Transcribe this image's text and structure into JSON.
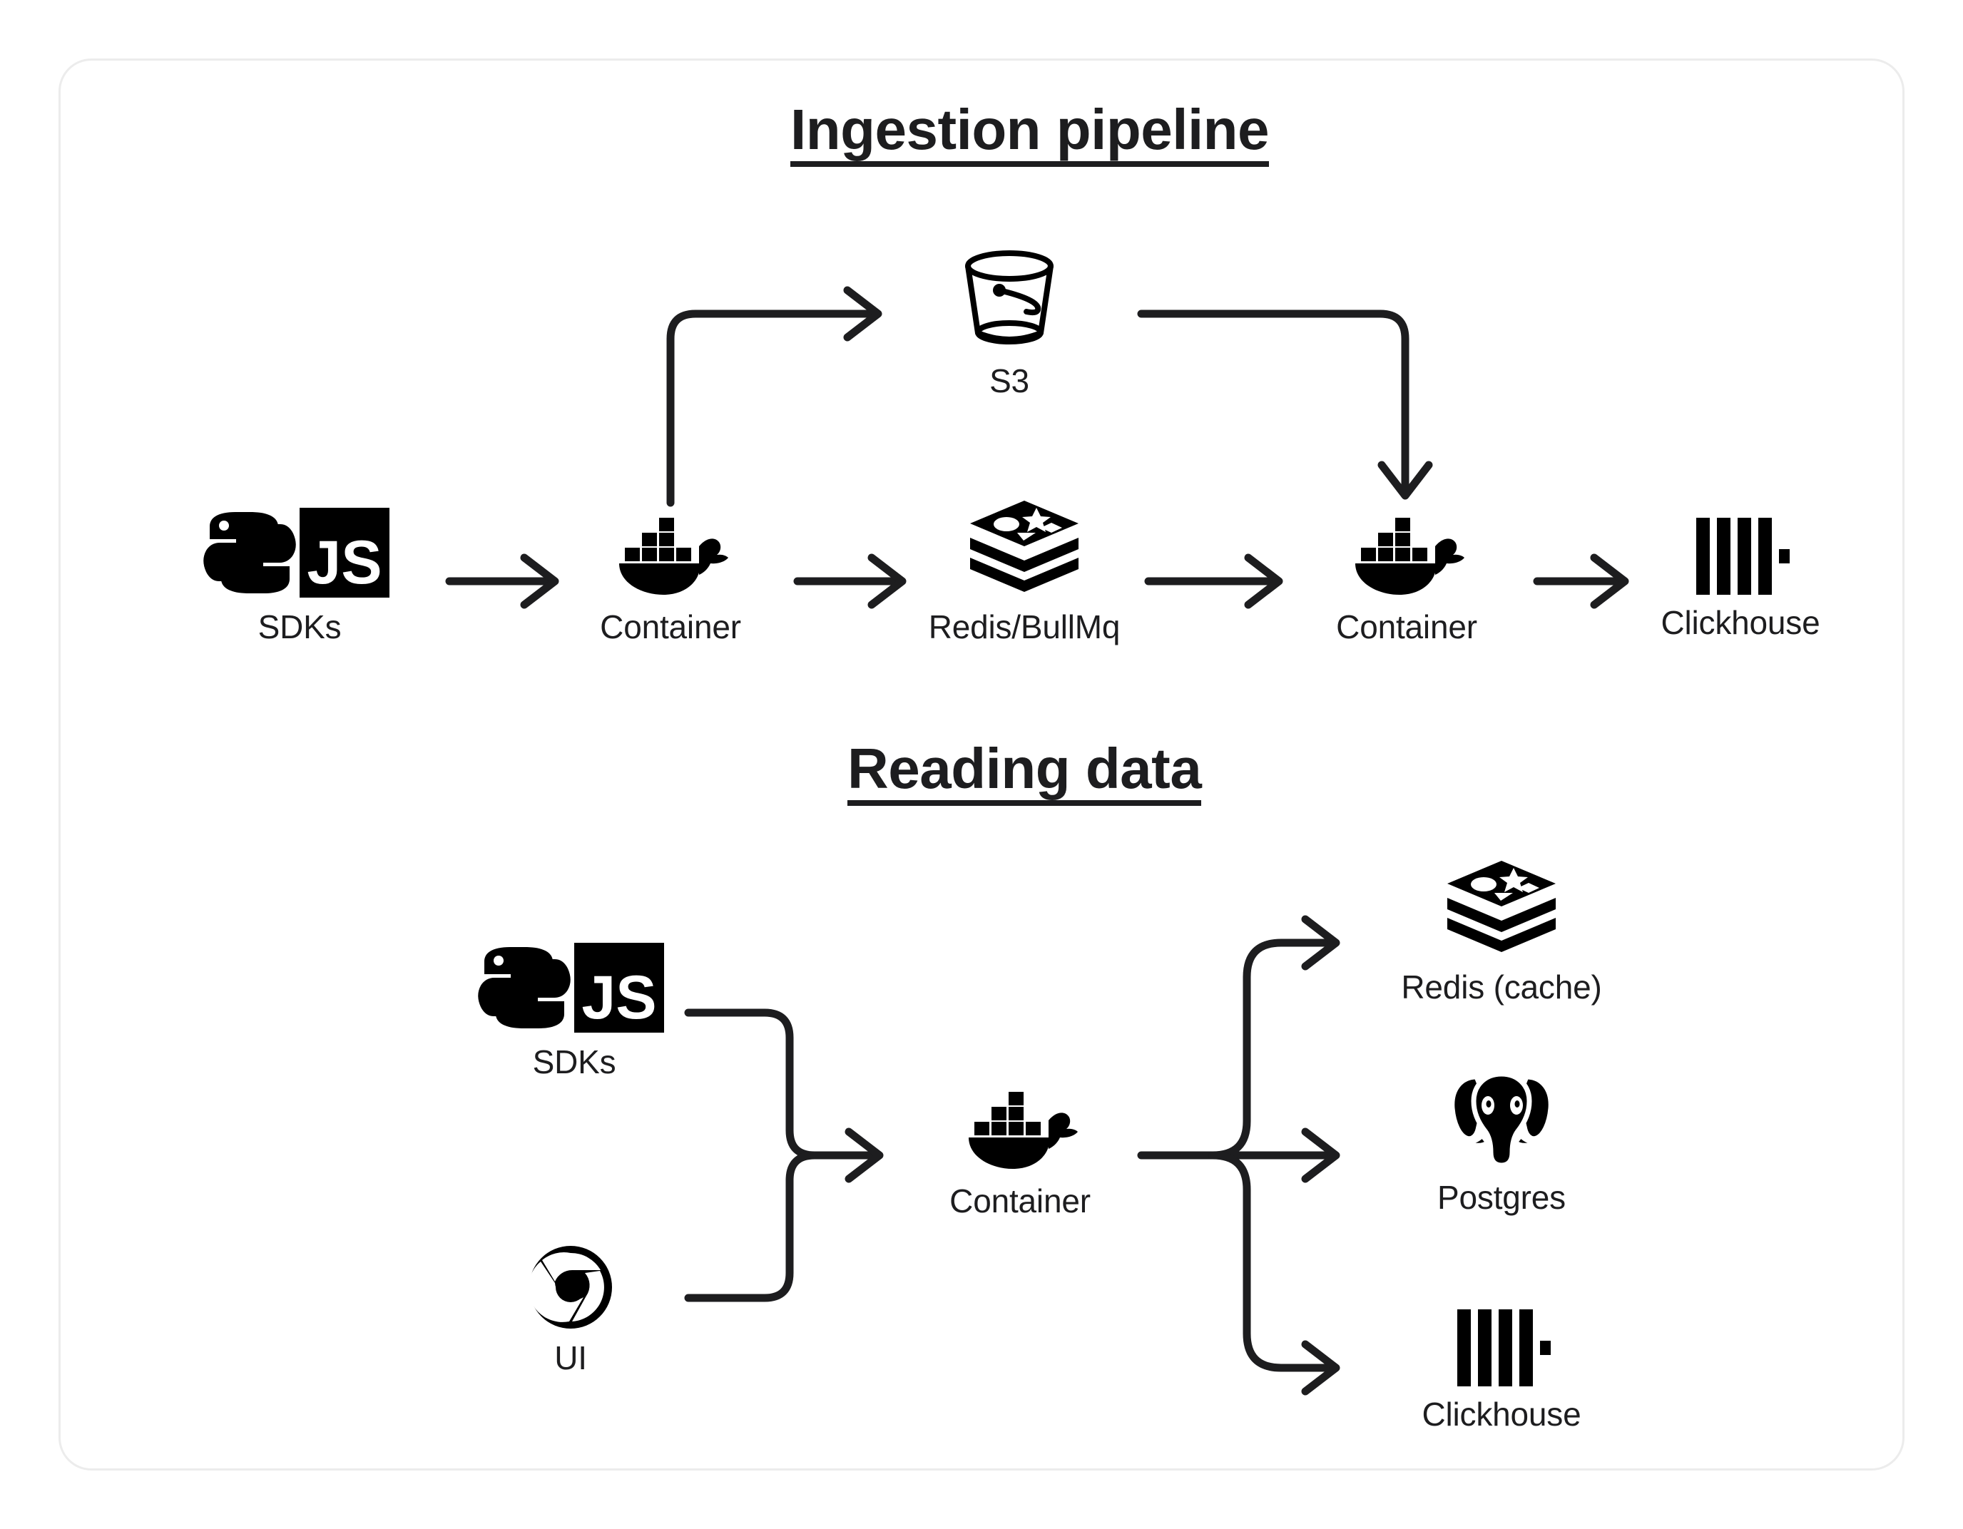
{
  "diagram": {
    "title_ingestion": "Ingestion pipeline",
    "title_reading": "Reading data",
    "card_border_color": "#ececec",
    "ink_color": "#1d1d1f"
  },
  "ingestion": {
    "nodes": [
      {
        "id": "sdks",
        "icon": "python-js-icon",
        "label": "SDKs"
      },
      {
        "id": "container1",
        "icon": "docker-icon",
        "label": "Container"
      },
      {
        "id": "s3",
        "icon": "bucket-icon",
        "label": "S3"
      },
      {
        "id": "redis",
        "icon": "redis-icon",
        "label": "Redis/BullMq"
      },
      {
        "id": "container2",
        "icon": "docker-icon",
        "label": "Container"
      },
      {
        "id": "clickhouse",
        "icon": "clickhouse-icon",
        "label": "Clickhouse"
      }
    ],
    "edges": [
      {
        "from": "sdks",
        "to": "container1",
        "kind": "straight-arrow"
      },
      {
        "from": "container1",
        "to": "s3",
        "kind": "up-then-right-arrow"
      },
      {
        "from": "s3",
        "to": "container2",
        "kind": "right-then-down-arrow"
      },
      {
        "from": "container1",
        "to": "redis",
        "kind": "straight-arrow"
      },
      {
        "from": "redis",
        "to": "container2",
        "kind": "straight-arrow"
      },
      {
        "from": "container2",
        "to": "clickhouse",
        "kind": "straight-arrow"
      }
    ]
  },
  "reading": {
    "nodes": [
      {
        "id": "sdks",
        "icon": "python-js-icon",
        "label": "SDKs"
      },
      {
        "id": "ui",
        "icon": "chrome-icon",
        "label": "UI"
      },
      {
        "id": "container",
        "icon": "docker-icon",
        "label": "Container"
      },
      {
        "id": "redis",
        "icon": "redis-icon",
        "label": "Redis (cache)"
      },
      {
        "id": "postgres",
        "icon": "postgres-icon",
        "label": "Postgres"
      },
      {
        "id": "clickhouse",
        "icon": "clickhouse-icon",
        "label": "Clickhouse"
      }
    ],
    "edges": [
      {
        "from": "sdks",
        "to": "container",
        "kind": "merge-arrow"
      },
      {
        "from": "ui",
        "to": "container",
        "kind": "merge-arrow"
      },
      {
        "from": "container",
        "to": "redis",
        "kind": "fan-up-arrow"
      },
      {
        "from": "container",
        "to": "postgres",
        "kind": "fan-straight-arrow"
      },
      {
        "from": "container",
        "to": "clickhouse",
        "kind": "fan-down-arrow"
      }
    ]
  },
  "icons": {
    "js_badge_text": "JS"
  }
}
